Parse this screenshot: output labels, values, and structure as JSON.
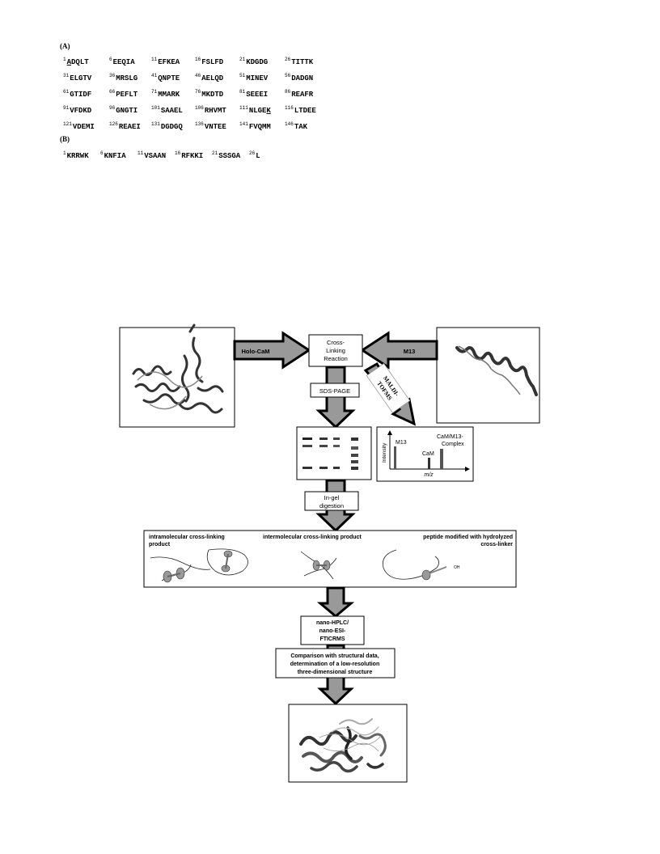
{
  "panel_a": {
    "label": "(A)",
    "rows": [
      [
        {
          "num": "1",
          "pre": "",
          "ul": "A",
          "post": "DQLT"
        },
        {
          "num": "6",
          "pre": "EEQIA",
          "ul": "",
          "post": ""
        },
        {
          "num": "11",
          "pre": "EFKEA",
          "ul": "",
          "post": ""
        },
        {
          "num": "16",
          "pre": "FSLFD",
          "ul": "",
          "post": ""
        },
        {
          "num": "21",
          "pre": "KDGDG",
          "ul": "",
          "post": ""
        },
        {
          "num": "26",
          "pre": "TITTK",
          "ul": "",
          "post": ""
        }
      ],
      [
        {
          "num": "31",
          "pre": "ELGTV",
          "ul": "",
          "post": ""
        },
        {
          "num": "36",
          "pre": "MRSLG",
          "ul": "",
          "post": ""
        },
        {
          "num": "41",
          "pre": "QNPTE",
          "ul": "",
          "post": ""
        },
        {
          "num": "46",
          "pre": "AELQD",
          "ul": "",
          "post": ""
        },
        {
          "num": "51",
          "pre": "MINEV",
          "ul": "",
          "post": ""
        },
        {
          "num": "56",
          "pre": "DADGN",
          "ul": "",
          "post": ""
        }
      ],
      [
        {
          "num": "61",
          "pre": "GTIDF",
          "ul": "",
          "post": ""
        },
        {
          "num": "66",
          "pre": "PEFLT",
          "ul": "",
          "post": ""
        },
        {
          "num": "71",
          "pre": "MMARK",
          "ul": "",
          "post": ""
        },
        {
          "num": "76",
          "pre": "MKDTD",
          "ul": "",
          "post": ""
        },
        {
          "num": "81",
          "pre": "SEEEI",
          "ul": "",
          "post": ""
        },
        {
          "num": "86",
          "pre": "REAFR",
          "ul": "",
          "post": ""
        }
      ],
      [
        {
          "num": "91",
          "pre": "VFDKD",
          "ul": "",
          "post": ""
        },
        {
          "num": "96",
          "pre": "GNGTI",
          "ul": "",
          "post": ""
        },
        {
          "num": "101",
          "pre": "SAAEL",
          "ul": "",
          "post": ""
        },
        {
          "num": "106",
          "pre": "RHVMT",
          "ul": "",
          "post": ""
        },
        {
          "num": "111",
          "pre": "NLGE",
          "ul": "K",
          "post": ""
        },
        {
          "num": "116",
          "pre": "LTDEE",
          "ul": "",
          "post": ""
        }
      ],
      [
        {
          "num": "121",
          "pre": "VDEMI",
          "ul": "",
          "post": ""
        },
        {
          "num": "126",
          "pre": "REAEI",
          "ul": "",
          "post": ""
        },
        {
          "num": "131",
          "pre": "DGDGQ",
          "ul": "",
          "post": ""
        },
        {
          "num": "136",
          "pre": "VNTEE",
          "ul": "",
          "post": ""
        },
        {
          "num": "141",
          "pre": "FVQMM",
          "ul": "",
          "post": ""
        },
        {
          "num": "146",
          "pre": "TAK",
          "ul": "",
          "post": ""
        }
      ]
    ]
  },
  "panel_b": {
    "label": "(B)",
    "segments": [
      {
        "num": "1",
        "seq": "KRRWK"
      },
      {
        "num": "6",
        "seq": "KNFIA"
      },
      {
        "num": "11",
        "seq": "VSAAN"
      },
      {
        "num": "16",
        "seq": "RFKKI"
      },
      {
        "num": "21",
        "seq": "SSSGA"
      },
      {
        "num": "26",
        "seq": "L"
      }
    ]
  },
  "flow": {
    "holo_cam": "Holo-CaM",
    "m13": "M13",
    "reaction": [
      "Cross-",
      "Linking",
      "Reaction"
    ],
    "sds_page": "SDS-PAGE",
    "maldi": [
      "MALDI-",
      "TOFMS"
    ],
    "spectrum": {
      "ylabel": "Intensity",
      "xlabel": "m/z",
      "peak_m13": "M13",
      "peak_cam": "CaM",
      "peak_complex": [
        "CaM/M13-",
        "Complex"
      ]
    },
    "ingel": [
      "In-gel",
      "digestion"
    ],
    "products": {
      "intra": [
        "intramolecular cross-linking",
        "product"
      ],
      "inter": "intermolecular cross-linking product",
      "hydro": [
        "peptide modified with hydrolyzed",
        "cross-linker"
      ],
      "oh": "OH"
    },
    "hplc": [
      "nano-HPLC/",
      "nano-ESI-",
      "FTICRMS"
    ],
    "comparison": [
      "Comparison with structural data,",
      "determination of a low-resolution",
      "three-dimensional structure"
    ]
  }
}
